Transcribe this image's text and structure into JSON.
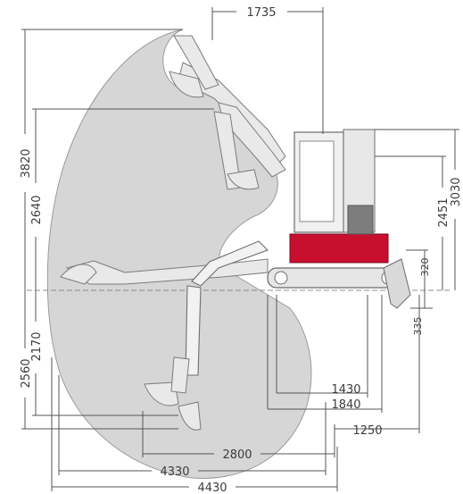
{
  "colors": {
    "envelope_fill": "#d6d6d6",
    "cab_red": "#c8102e",
    "line": "#555555",
    "text": "#3c3c3c"
  },
  "dimensions": {
    "top_width": "1735",
    "max_height": "3820",
    "dump_height": "2640",
    "cab_height": "3030",
    "canopy_height": "2451",
    "blade_lift": "320",
    "blade_depth": "335",
    "max_dig_depth": "2560",
    "vertical_dig_depth": "2170",
    "tail_1430": "1430",
    "tail_1840": "1840",
    "tail_1250": "1250",
    "reach_2800": "2800",
    "reach_4330": "4330",
    "reach_4430": "4430"
  }
}
